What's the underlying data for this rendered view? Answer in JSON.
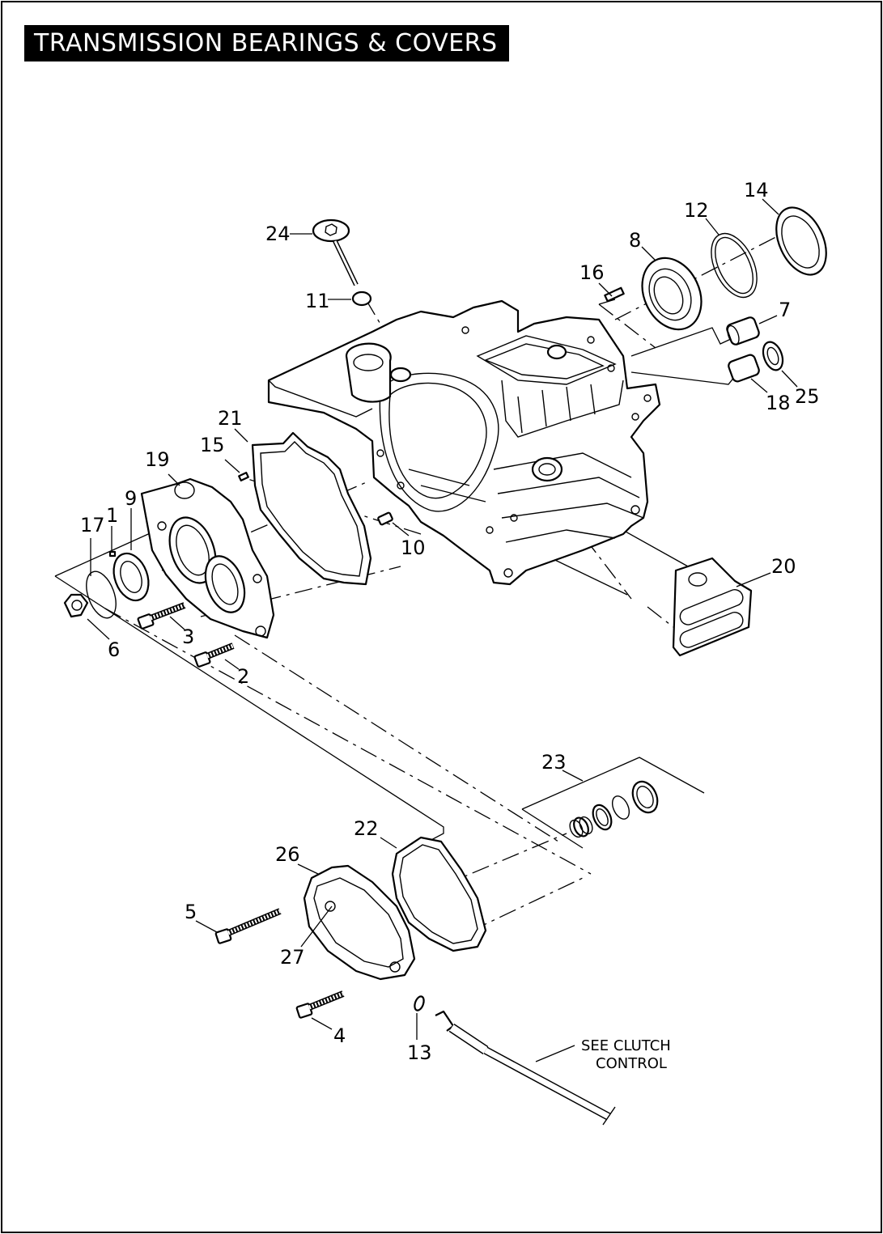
{
  "header": {
    "title": "TRANSMISSION BEARINGS & COVERS"
  },
  "callouts": [
    "1",
    "2",
    "3",
    "4",
    "5",
    "6",
    "7",
    "8",
    "9",
    "10",
    "11",
    "12",
    "13",
    "14",
    "15",
    "16",
    "17",
    "18",
    "19",
    "20",
    "21",
    "22",
    "23",
    "24",
    "25",
    "26",
    "27"
  ],
  "note": {
    "line1": "SEE CLUTCH",
    "line2": "CONTROL"
  }
}
